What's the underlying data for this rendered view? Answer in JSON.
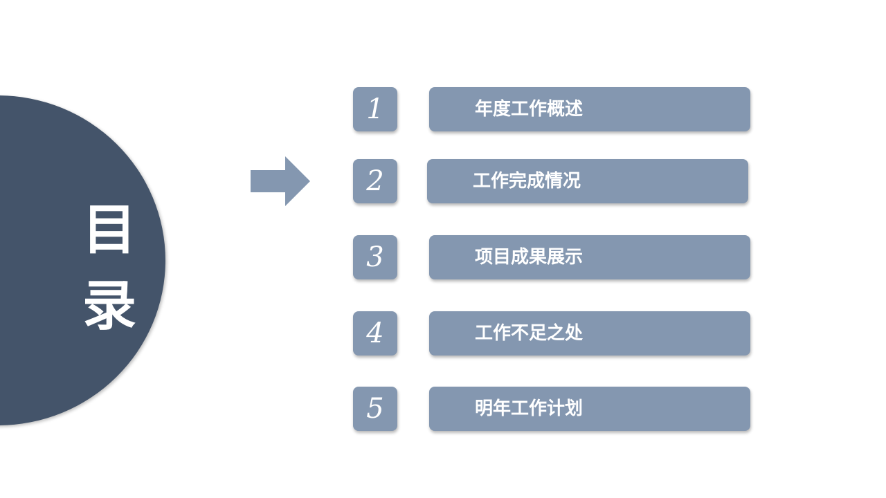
{
  "title": "目\n录",
  "items": [
    {
      "number": "1",
      "label": "年度工作概述"
    },
    {
      "number": "2",
      "label": "工作完成情况"
    },
    {
      "number": "3",
      "label": "项目成果展示"
    },
    {
      "number": "4",
      "label": "工作不足之处"
    },
    {
      "number": "5",
      "label": "明年工作计划"
    }
  ],
  "colors": {
    "circle": "#44546a",
    "accent": "#8497b0",
    "text": "#ffffff"
  },
  "icons": {
    "arrow": "right-arrow-icon"
  }
}
